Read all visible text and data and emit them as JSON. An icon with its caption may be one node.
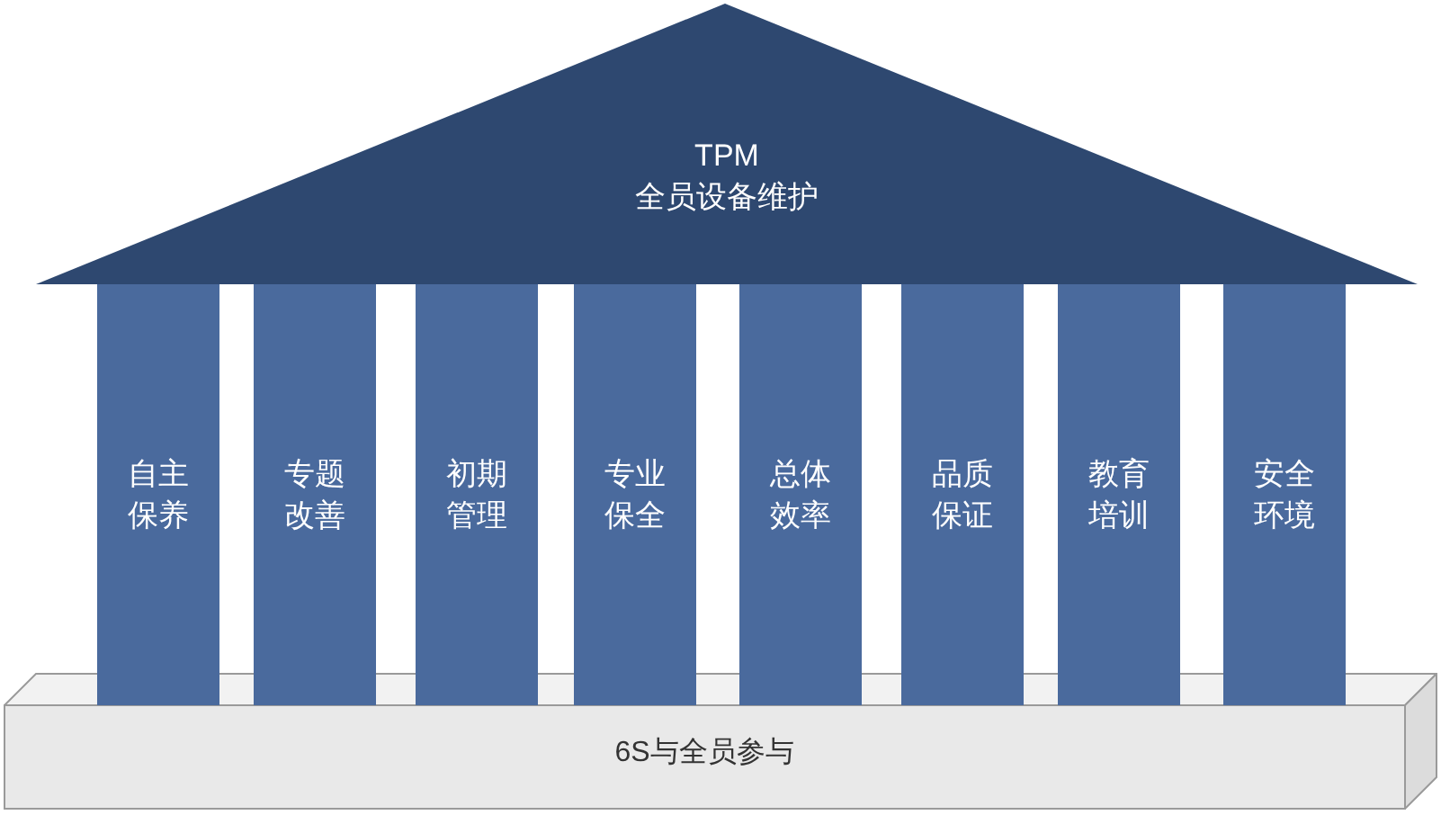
{
  "diagram": {
    "nodes": [
      {
        "text": [
          "TPM",
          "全员设备维护"
        ]
      },
      {
        "text": [
          "自主保养"
        ]
      },
      {
        "text": [
          "专题改善"
        ]
      },
      {
        "text": [
          "初期管理"
        ]
      },
      {
        "text": [
          "专业保全"
        ]
      },
      {
        "text": [
          "总体效率"
        ]
      },
      {
        "text": [
          "品质保证"
        ]
      },
      {
        "text": [
          "教育培训"
        ]
      },
      {
        "text": [
          "安全环境"
        ]
      },
      {
        "text": [
          "6S与全员参与"
        ]
      }
    ]
  }
}
